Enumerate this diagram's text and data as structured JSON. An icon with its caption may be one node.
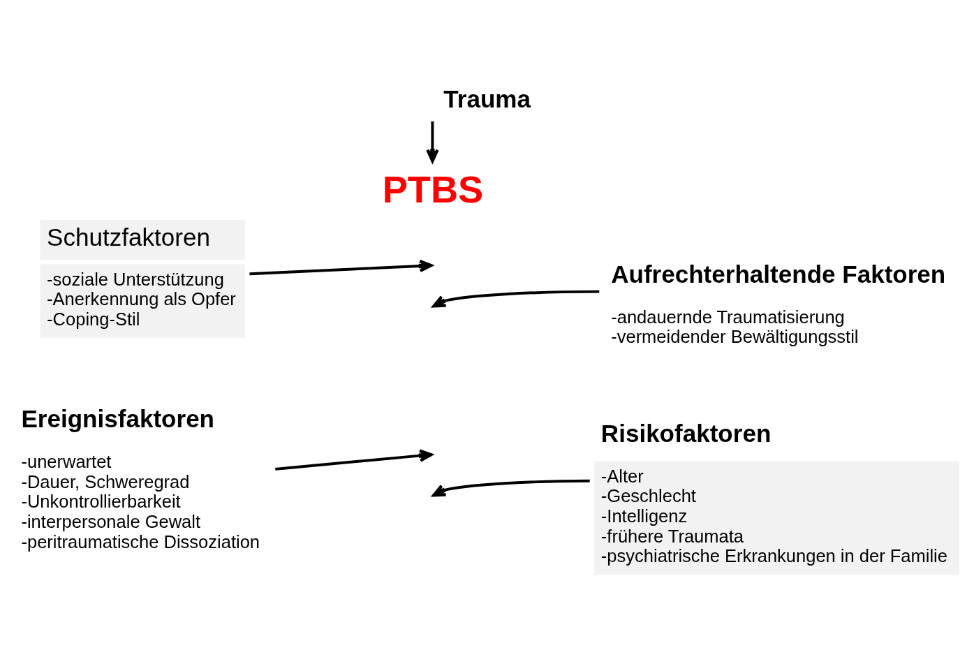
{
  "diagram": {
    "title": "Trauma",
    "nodes": [
      {
        "text": [
          "Ereignisfaktoren",
          "-unerwartet -Dauer, Schweregrad -Unkontrollierbarkeit -interpersonale Gewalt -peritraumatische Dissoziation"
        ]
      },
      {
        "text": [
          "Risikofaktoren",
          "-Alter -Geschlecht -Intelligenz -frühere Traumata -psychiatrische Erkrankungen in der Familie"
        ]
      },
      {
        "text": [
          "Schutzfaktoren",
          "-soziale Unterstützung -Anerkennung als Opfer -Coping-Stil"
        ]
      },
      {
        "text": [
          "Aufrechterhaltende Faktoren",
          "-andauernde Traumatisierung -vermeidender Bewältigungsstil"
        ]
      },
      {
        "text": [
          "PTBS"
        ]
      }
    ],
    "edges": [
      {
        "from": 0,
        "to": null,
        "arrow": "to"
      },
      {
        "from": 1,
        "to": null,
        "arrow": "to"
      },
      {
        "from": 2,
        "to": null,
        "arrow": "to"
      },
      {
        "from": 3,
        "to": null,
        "arrow": "to"
      },
      {
        "from": null,
        "to": 4,
        "arrow": "to"
      }
    ]
  }
}
